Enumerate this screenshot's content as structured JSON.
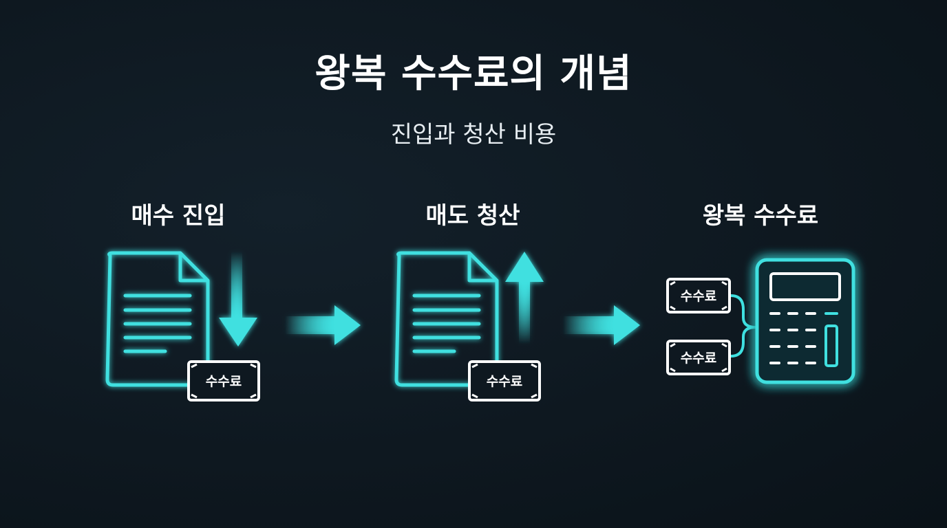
{
  "title": "왕복 수수료의 개념",
  "subtitle": "진입과 청산 비용",
  "steps": [
    {
      "label": "매수 진입",
      "fee_label": "수수료"
    },
    {
      "label": "매도 청산",
      "fee_label": "수수료"
    },
    {
      "label": "왕복 수수료",
      "fee_labels": [
        "수수료",
        "수수료"
      ]
    }
  ],
  "colors": {
    "accent": "#3fe0e0",
    "background": "#0f1a22",
    "text": "#ffffff"
  }
}
